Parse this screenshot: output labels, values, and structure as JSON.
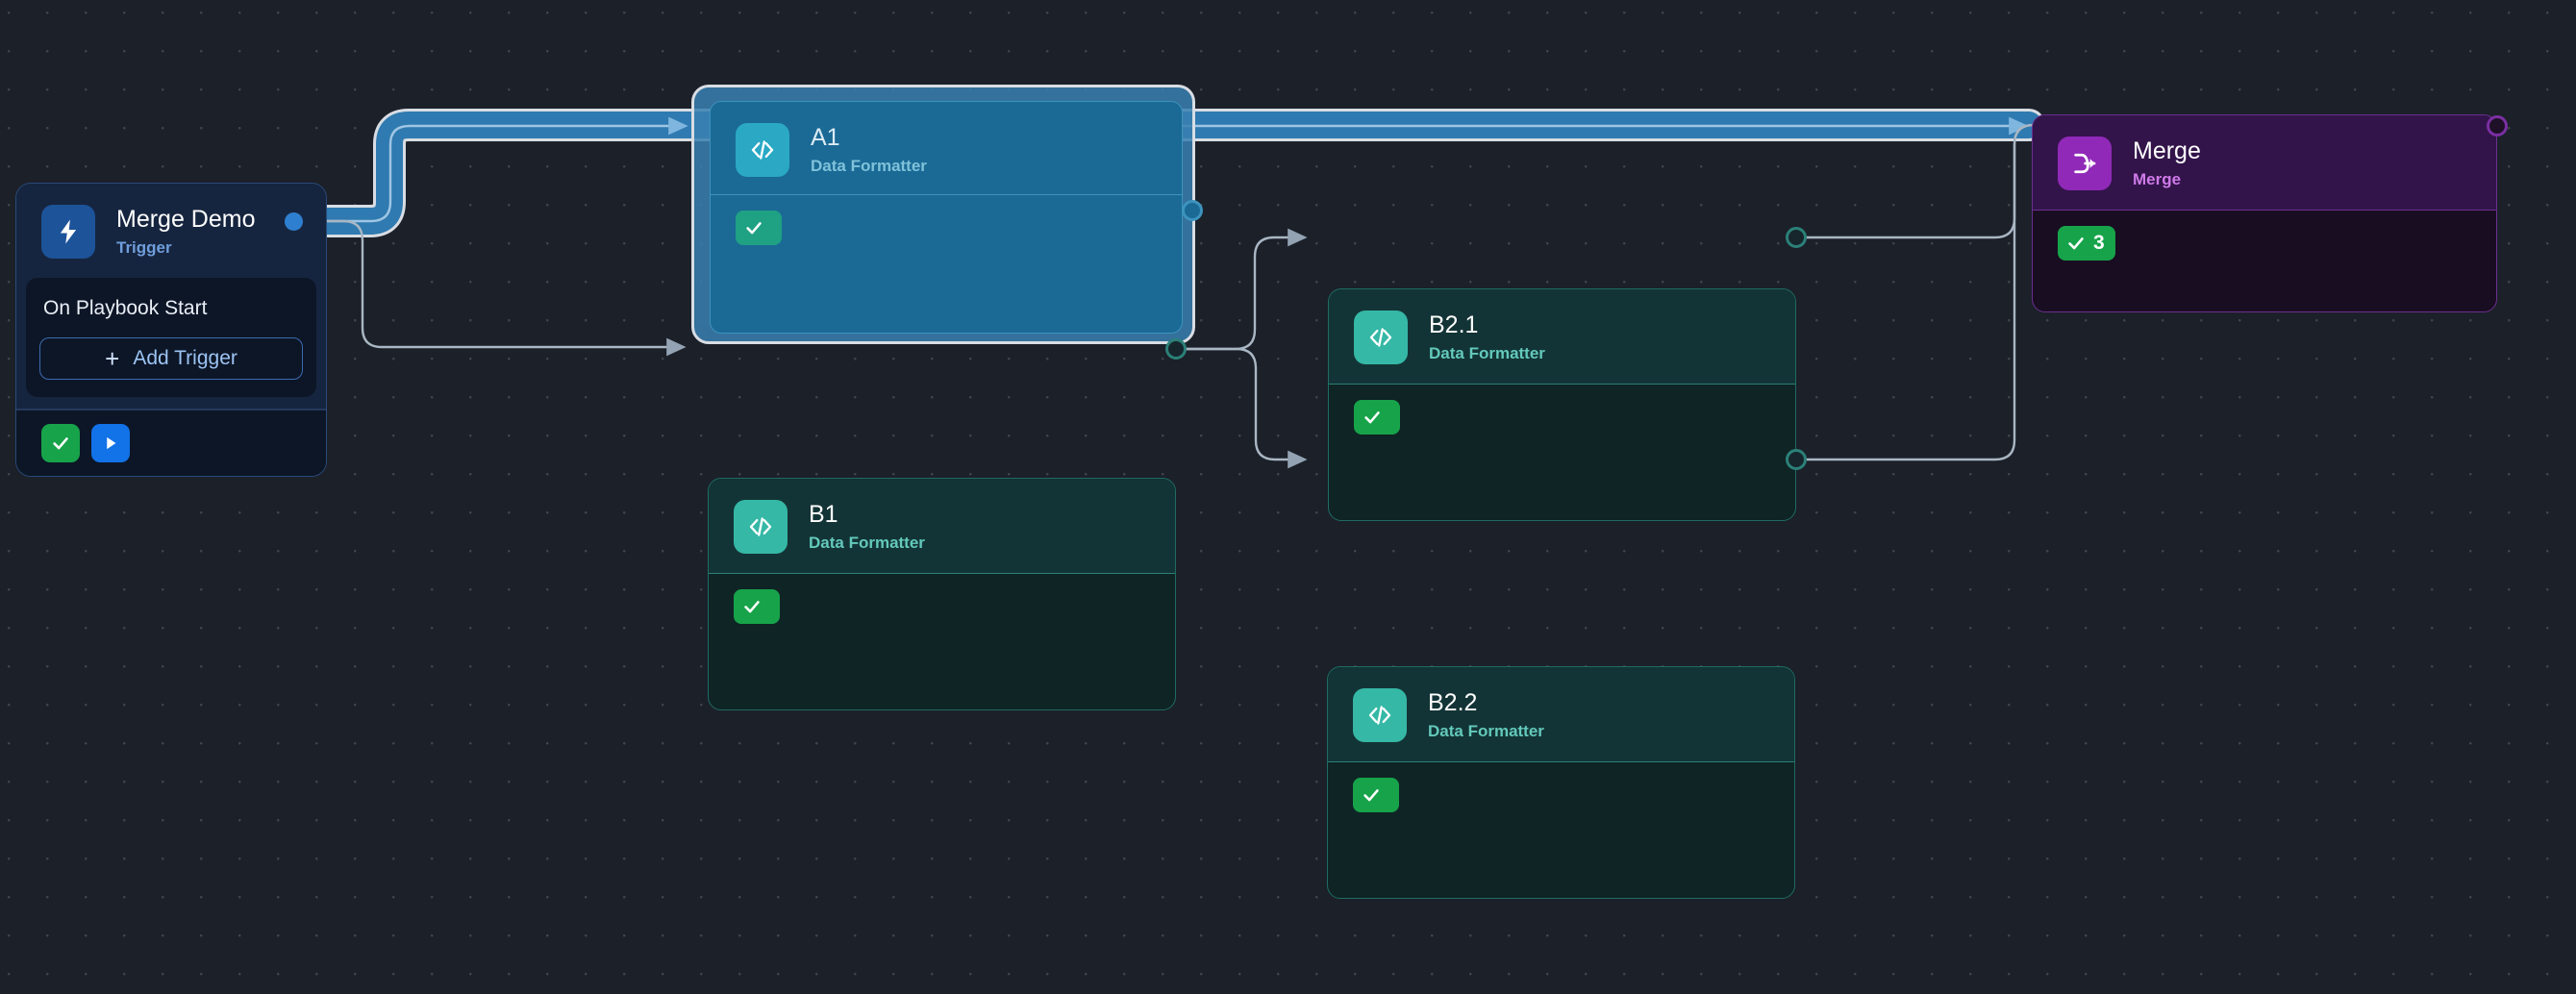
{
  "canvas": {
    "background_color": "#1b2029",
    "grid": "dot-grid"
  },
  "nodes": [
    {
      "id": "trigger",
      "title": "Merge Demo",
      "subtitle": "Trigger",
      "icon": "lightning-bolt-icon",
      "accent_color": "#1d5399",
      "panel_label": "On Playbook Start",
      "add_button_label": "Add Trigger",
      "add_button_icon": "plus-icon",
      "footer_buttons": [
        {
          "name": "check-button",
          "icon": "check-icon",
          "color": "#17a34a"
        },
        {
          "name": "run-button",
          "icon": "play-icon",
          "color": "#1272e8"
        }
      ]
    },
    {
      "id": "a1",
      "title": "A1",
      "subtitle": "Data Formatter",
      "icon": "code-brackets-icon",
      "accent_color": "#2aa8c4",
      "selected": true,
      "status": {
        "icon": "check-icon",
        "label": "",
        "color": "#1fa184"
      }
    },
    {
      "id": "b1",
      "title": "B1",
      "subtitle": "Data Formatter",
      "icon": "code-brackets-icon",
      "accent_color": "#35b8a6",
      "status": {
        "icon": "check-icon",
        "label": "",
        "color": "#17a34a"
      }
    },
    {
      "id": "b21",
      "title": "B2.1",
      "subtitle": "Data Formatter",
      "icon": "code-brackets-icon",
      "accent_color": "#35b8a6",
      "status": {
        "icon": "check-icon",
        "label": "",
        "color": "#17a34a"
      }
    },
    {
      "id": "b22",
      "title": "B2.2",
      "subtitle": "Data Formatter",
      "icon": "code-brackets-icon",
      "accent_color": "#35b8a6",
      "status": {
        "icon": "check-icon",
        "label": "",
        "color": "#17a34a"
      }
    },
    {
      "id": "merge",
      "title": "Merge",
      "subtitle": "Merge",
      "icon": "merge-arrow-icon",
      "accent_color": "#9029b8",
      "status": {
        "icon": "check-icon",
        "label": "3",
        "color": "#17a34a"
      }
    }
  ],
  "edges": [
    {
      "from": "trigger",
      "to": "a1",
      "highlighted": true
    },
    {
      "from": "trigger",
      "to": "b1",
      "highlighted": false
    },
    {
      "from": "a1",
      "to": "merge",
      "highlighted": true
    },
    {
      "from": "b1",
      "to": "b21",
      "highlighted": false
    },
    {
      "from": "b1",
      "to": "b22",
      "highlighted": false
    },
    {
      "from": "b21",
      "to": "merge",
      "highlighted": false
    },
    {
      "from": "b22",
      "to": "merge",
      "highlighted": false
    }
  ]
}
